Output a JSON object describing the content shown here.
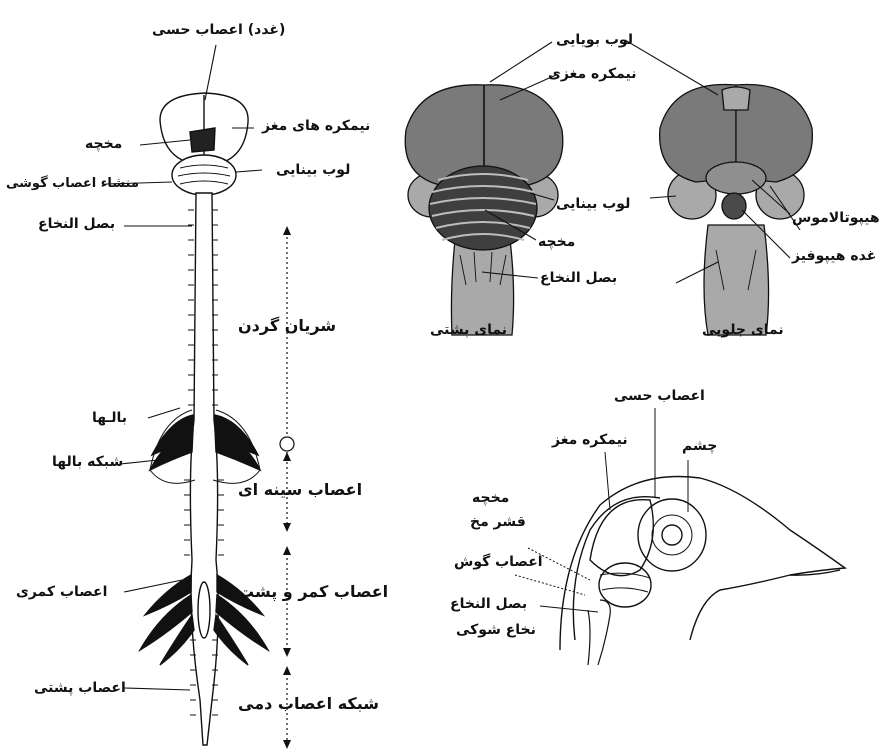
{
  "spinal_diagram": {
    "labels": {
      "sensory_nerves_glands": "(غدد) اعصاب حسی",
      "cerebral_hemispheres": "نیمکره های مغز",
      "cerebellum": "مخچه",
      "optic_lobe": "لوب بینایی",
      "auditory_origin": "منشاء اعصاب گوشی",
      "medulla": "بصل النخاع",
      "neck_artery": "شریان گردن",
      "wings": "بالـها",
      "wing_plexus": "شبکه بالها",
      "thoracic_nerves": "اعصاب سینه ای",
      "lumbar_nerves": "اعصاب کمری",
      "lumbosacral_nerves": "اعصاب کمر و پشت",
      "dorsal_nerves": "اعصاب پشتی",
      "tail_plexus": "شبکه اعصاب دمی"
    }
  },
  "dorsal_view": {
    "labels": {
      "olfactory_lobe": "لوب بویایی",
      "cerebral_hemisphere": "نیمکره مغزی",
      "optic_lobe": "لوب بینایی",
      "cerebellum": "مخچه",
      "medulla": "بصل النخاع",
      "caption": "نمای پشتی"
    }
  },
  "ventral_view": {
    "labels": {
      "hypothalamus": "هیپوتالاموس",
      "pituitary": "غده هیپوفیز",
      "caption": "نمای جلویی"
    }
  },
  "head_section": {
    "labels": {
      "sensory_nerves": "اعصاب حسی",
      "eye": "چشم",
      "brain_hemisphere": "نیمکره مغز",
      "cerebellum": "مخچه",
      "cortex": "قشر مخ",
      "auditory_nerves": "اعصاب گوش",
      "medulla": "بصل النخاع",
      "spinal_cord": "نخاع شوکی"
    }
  },
  "colors": {
    "ink": "#111111",
    "brain_gray": "#7a7a7a",
    "brain_light": "#a9a9a9",
    "cerebellum_dark": "#3f3f3f"
  }
}
